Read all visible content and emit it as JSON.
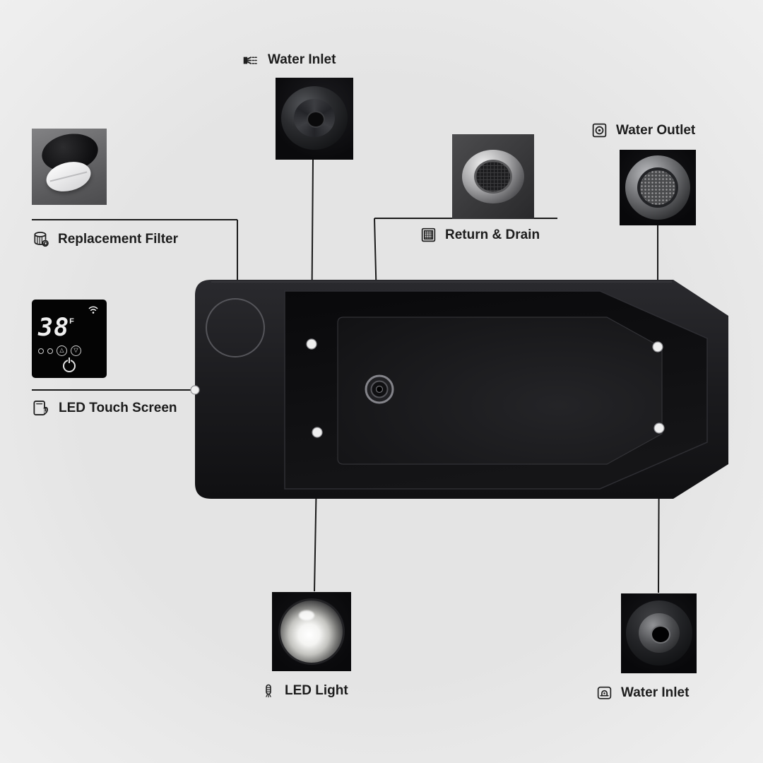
{
  "diagram": {
    "subject": "bathtub-top-view-parts-callouts"
  },
  "callouts": {
    "water_inlet_top": {
      "label": "Water Inlet",
      "icon": "spray-nozzle-icon"
    },
    "water_outlet": {
      "label": "Water Outlet",
      "icon": "outlet-port-icon"
    },
    "return_drain": {
      "label": "Return & Drain",
      "icon": "drain-grid-icon"
    },
    "replacement_filter": {
      "label": "Replacement Filter",
      "icon": "filter-cartridge-icon"
    },
    "led_touch_screen": {
      "label": "LED Touch Screen",
      "icon": "touch-screen-icon"
    },
    "led_light": {
      "label": "LED Light",
      "icon": "led-bulb-icon"
    },
    "water_inlet_bottom": {
      "label": "Water Inlet",
      "icon": "inlet-port-icon"
    }
  },
  "touch_screen": {
    "temperature": "38",
    "unit": "F",
    "up_glyph": "△",
    "down_glyph": "▽",
    "icons": [
      "wifi-icon",
      "mode-icon",
      "up-icon",
      "down-icon",
      "power-icon"
    ]
  },
  "colors": {
    "background": "#e5e5e5",
    "callout_line": "#1a1a1a",
    "label_text": "#1c1c1c",
    "tub_shell": "#1c1c1f",
    "basin": "#0c0c0e",
    "port_marker": "#efefef"
  }
}
